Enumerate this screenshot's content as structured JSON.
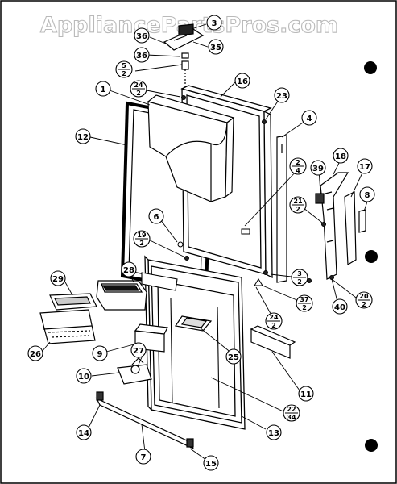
{
  "watermark": "AppliancePartsPros.com",
  "callouts": [
    {
      "id": "c1",
      "label": "1"
    },
    {
      "id": "c16",
      "label": "16"
    },
    {
      "id": "c23",
      "label": "23"
    },
    {
      "id": "c4",
      "label": "4"
    },
    {
      "id": "c12",
      "label": "12"
    },
    {
      "id": "c36a",
      "label": "36"
    },
    {
      "id": "c36b",
      "label": "36"
    },
    {
      "id": "c35",
      "label": "35"
    },
    {
      "id": "c3",
      "label": "3"
    },
    {
      "id": "c39",
      "label": "39"
    },
    {
      "id": "c18",
      "label": "18"
    },
    {
      "id": "c17",
      "label": "17"
    },
    {
      "id": "c8",
      "label": "8"
    },
    {
      "id": "c6",
      "label": "6"
    },
    {
      "id": "c28",
      "label": "28"
    },
    {
      "id": "c29",
      "label": "29"
    },
    {
      "id": "c26",
      "label": "26"
    },
    {
      "id": "c9",
      "label": "9"
    },
    {
      "id": "c27",
      "label": "27"
    },
    {
      "id": "c10",
      "label": "10"
    },
    {
      "id": "c25",
      "label": "25"
    },
    {
      "id": "c40",
      "label": "40"
    },
    {
      "id": "c11",
      "label": "11"
    },
    {
      "id": "c13",
      "label": "13"
    },
    {
      "id": "c14",
      "label": "14"
    },
    {
      "id": "c7",
      "label": "7"
    },
    {
      "id": "c15",
      "label": "15"
    }
  ],
  "fractions": [
    {
      "id": "f5",
      "top": "5",
      "bottom": "2"
    },
    {
      "id": "f24a",
      "top": "24",
      "bottom": "2"
    },
    {
      "id": "f2",
      "top": "2",
      "bottom": "4"
    },
    {
      "id": "f21",
      "top": "21",
      "bottom": "2"
    },
    {
      "id": "f19",
      "top": "19",
      "bottom": "2"
    },
    {
      "id": "f3",
      "top": "3",
      "bottom": "2"
    },
    {
      "id": "f37",
      "top": "37",
      "bottom": "2"
    },
    {
      "id": "f24b",
      "top": "24",
      "bottom": "2"
    },
    {
      "id": "f20",
      "top": "20",
      "bottom": "2"
    },
    {
      "id": "f22",
      "top": "22",
      "bottom": "34"
    }
  ]
}
